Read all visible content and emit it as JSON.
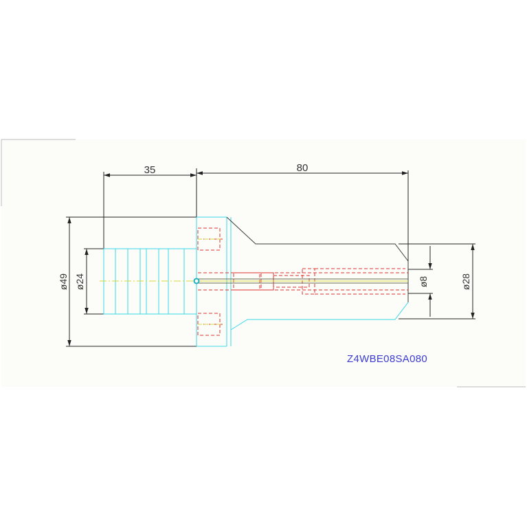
{
  "drawing": {
    "part_code": "Z4WBE08SA080",
    "dimensions": {
      "length_left": "35",
      "length_right": "80",
      "dia_outer": "ø49",
      "dia_shank": "ø24",
      "dia_tip": "ø8",
      "dia_body": "ø28"
    },
    "colors": {
      "background": "#fcfdf9",
      "outline": "#3a3a3a",
      "shank": "#38d8e8",
      "hidden": "#e03030",
      "center": "#d6d63a",
      "dim": "#222222",
      "label": "#3b3bd1"
    }
  }
}
